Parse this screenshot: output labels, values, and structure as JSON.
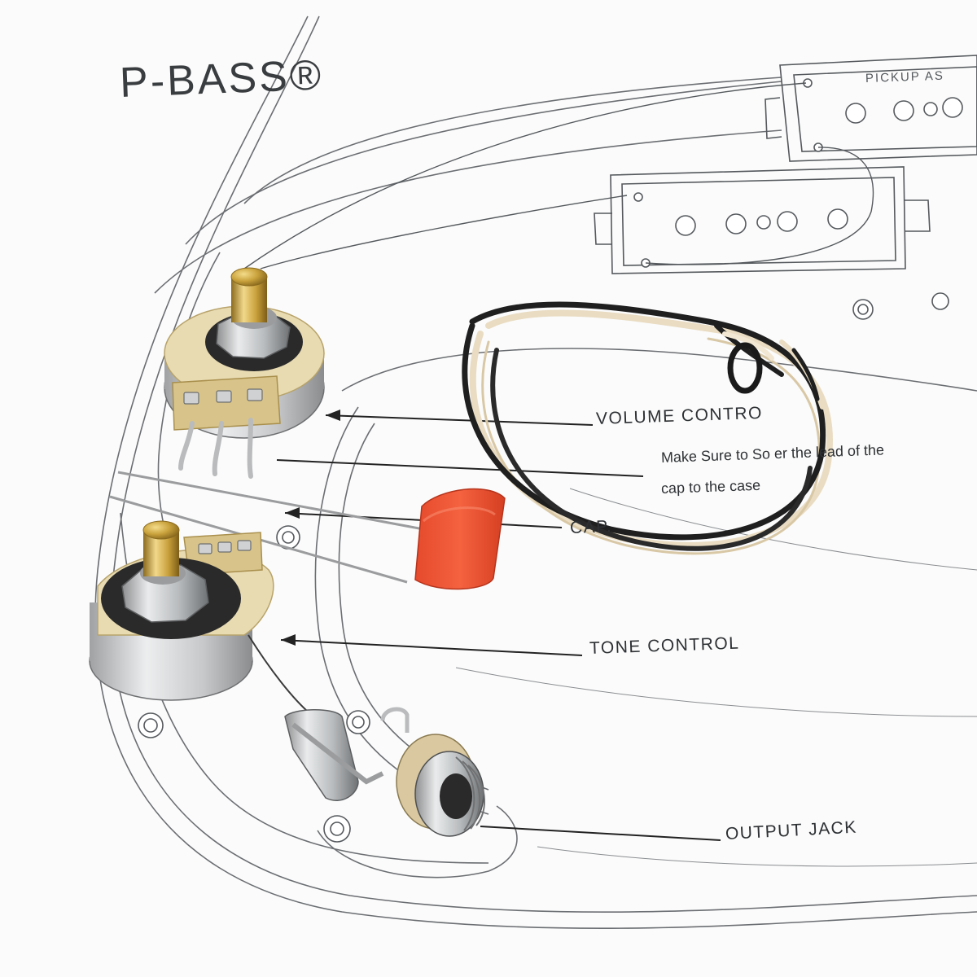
{
  "diagram": {
    "title": "P-BASS®",
    "pickup_label": "PICKUP AS",
    "volume_label": "VOLUME CONTRO",
    "note_line1": "Make Sure to So  er the lead of the",
    "note_line2": "cap to the case",
    "cap_label": "CAP.",
    "tone_label": "TONE CONTROL",
    "jack_label": "OUTPUT JACK"
  }
}
